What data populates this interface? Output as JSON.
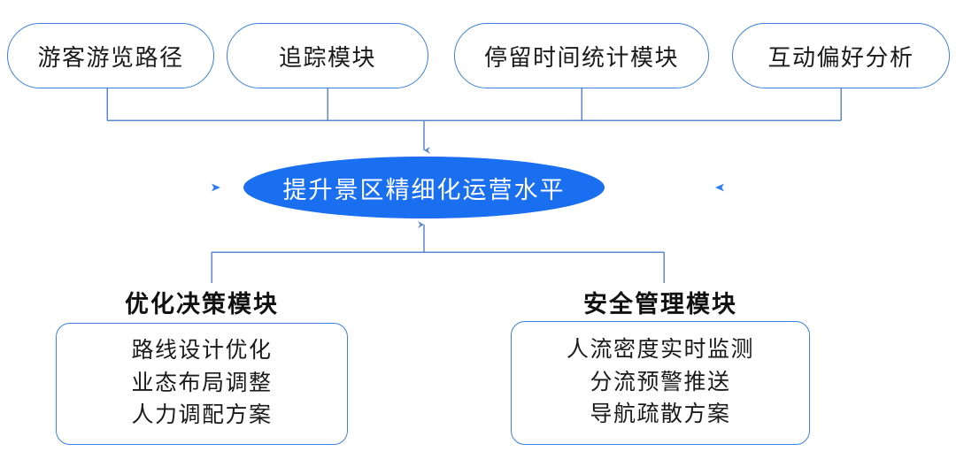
{
  "diagram": {
    "type": "flow-diagram",
    "orientation": "top-inputs-center-goal-bottom-modules",
    "colors": {
      "node_border": "#3b7fe0",
      "goal_fill": "#1a6ef0",
      "goal_text": "#ffffff",
      "connector": "#5b87cf",
      "accent_arrow": "#2f7bf0",
      "text": "#1a1a1a",
      "background": "#ffffff"
    },
    "top_nodes": [
      {
        "id": "node-visitor-route",
        "label": "游客游览路径"
      },
      {
        "id": "node-tracking",
        "label": "追踪模块"
      },
      {
        "id": "node-dwell-time",
        "label": "停留时间统计模块"
      },
      {
        "id": "node-interaction",
        "label": "互动偏好分析"
      }
    ],
    "center_node": {
      "id": "node-goal",
      "label": "提升景区精细化运营水平"
    },
    "bottom_modules": [
      {
        "id": "module-optimization",
        "title": "优化决策模块",
        "items": [
          "路线设计优化",
          "业态布局调整",
          "人力调配方案"
        ]
      },
      {
        "id": "module-safety",
        "title": "安全管理模块",
        "items": [
          "人流密度实时监测",
          "分流预警推送",
          "导航疏散方案"
        ]
      }
    ],
    "connectors": {
      "top_bus_label": "top-inputs-bus",
      "bottom_bus_label": "bottom-modules-bus",
      "left_inbound_arrow": "left-gradient-arrow",
      "right_inbound_arrow": "right-gradient-arrow",
      "down_arrow": "inputs-to-goal-arrow",
      "up_arrow": "modules-to-goal-arrow"
    }
  }
}
